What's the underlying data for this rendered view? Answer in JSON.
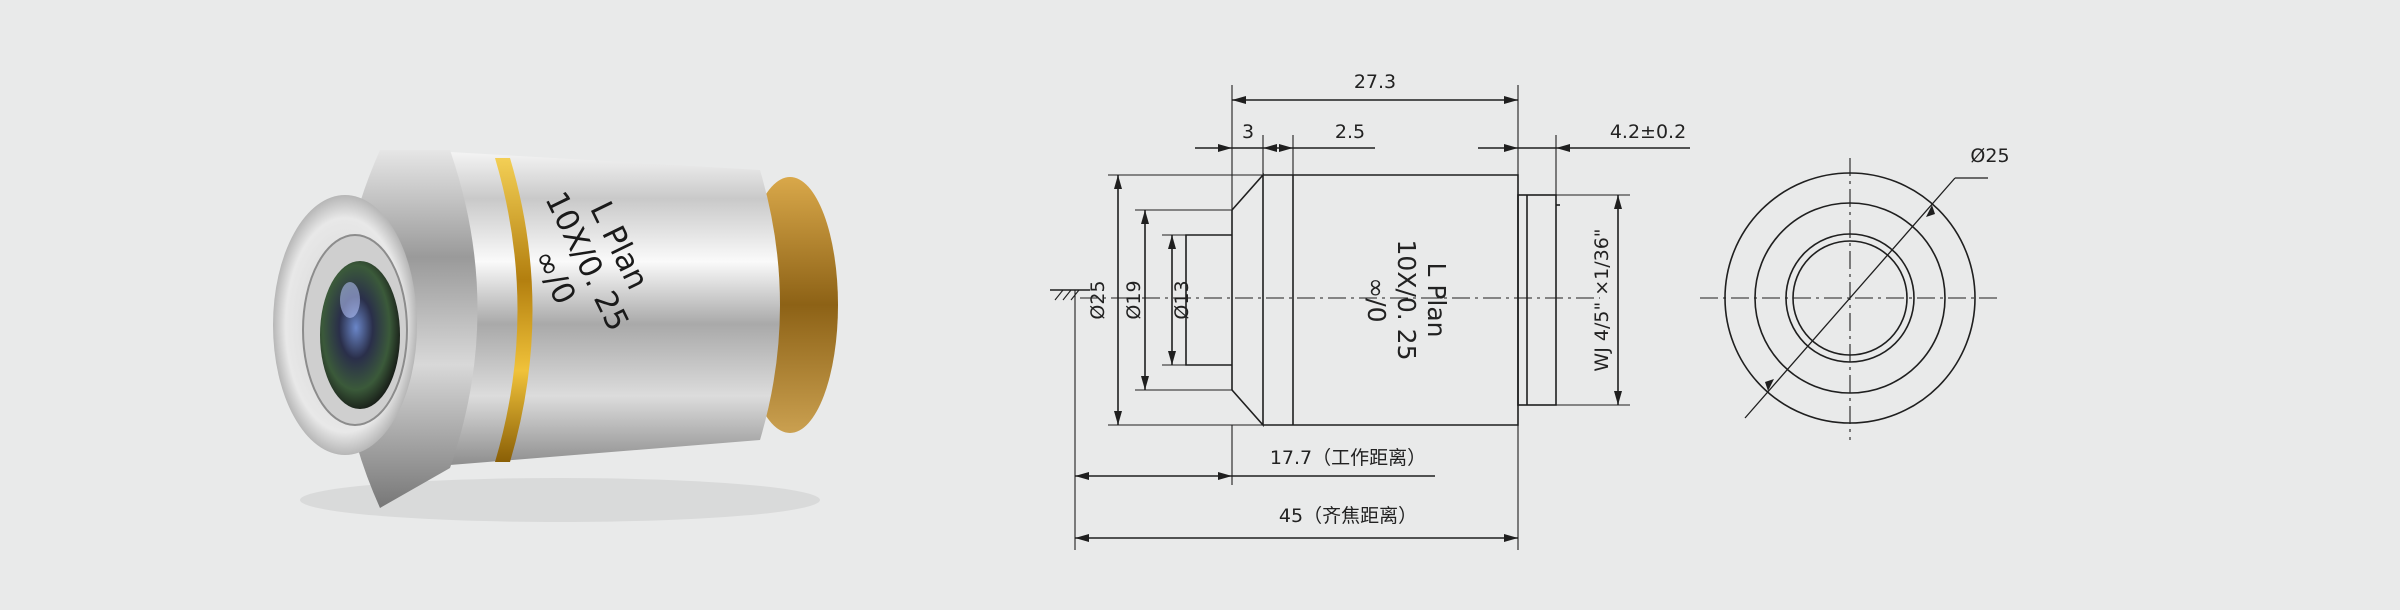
{
  "objective": {
    "marking": [
      "L Plan",
      "10X/0. 25",
      "∞/0"
    ]
  },
  "dimensions": {
    "overall_length": "27.3",
    "front_step": "3",
    "bevel": "2.5",
    "thread_length": "4.2±0.2",
    "dia_outer": "Ø25",
    "dia_mid": "Ø19",
    "dia_front": "Ø13",
    "thread": "WJ 4/5\" ×1/36\"",
    "working_distance": "17.7（工作距离）",
    "parfocal_distance": "45（齐焦距离）",
    "end_view_dia": "Ø25"
  },
  "colors": {
    "background": "#e9eaea",
    "line": "#1f1f1f",
    "gold_band": "#d4a018",
    "thread_brass": "#b8862c"
  }
}
